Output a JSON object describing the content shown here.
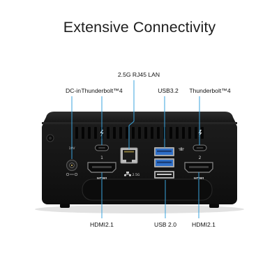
{
  "title": "Extensive Connectivity",
  "labels": {
    "lan": "2.5G RJ45 LAN",
    "dc_in": "DC-in",
    "thunderbolt_1": "Thunderbolt™4",
    "usb32": "USB3.2",
    "thunderbolt_2": "Thunderbolt™4",
    "hdmi_1": "HDMI2.1",
    "usb20": "USB 2.0",
    "hdmi_2": "HDMI2.1"
  },
  "device_markings": {
    "port_1": "1",
    "port_2": "2",
    "speed": "2.5G",
    "hdmi_a": "HDMI",
    "hdmi_b": "HDMI",
    "dc_voltage": "19V"
  },
  "colors": {
    "callout_line": "#3aa3dc",
    "chassis": "#141414",
    "usb32_port": "#2f6fc8"
  }
}
